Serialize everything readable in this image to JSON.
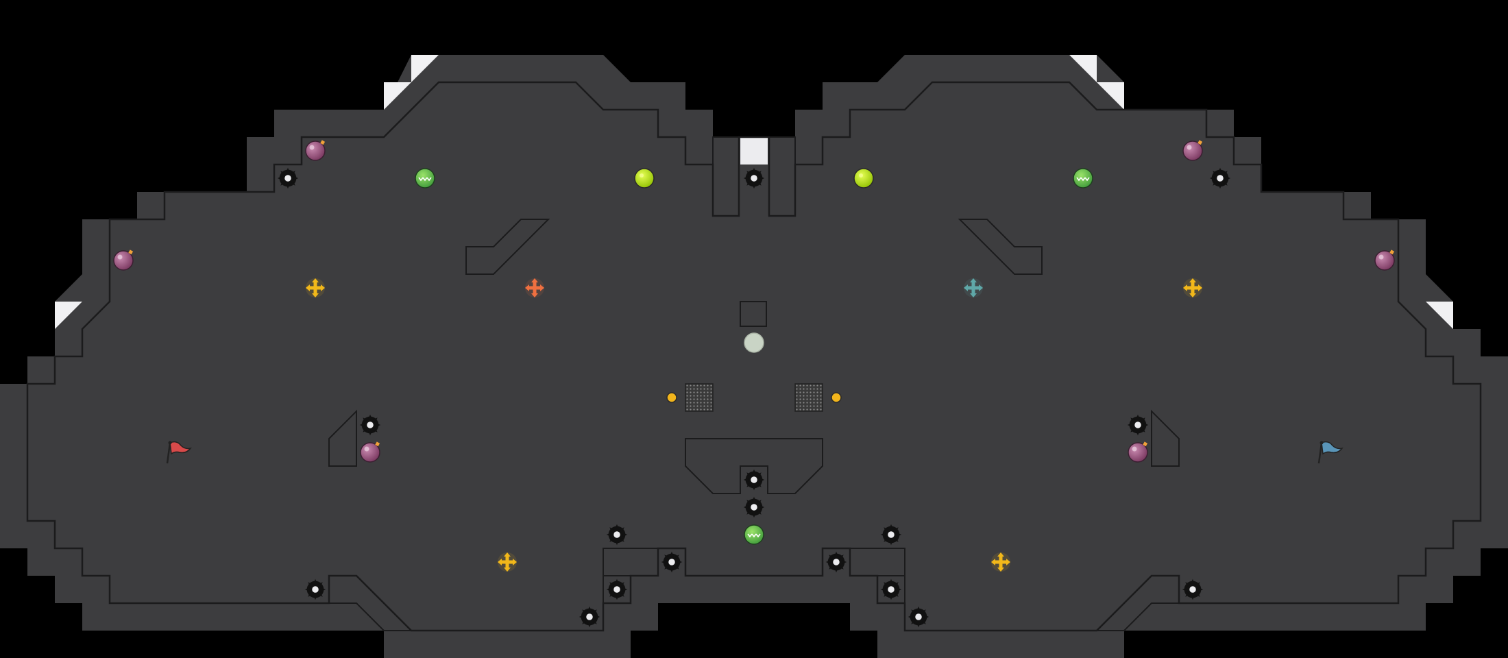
{
  "map": {
    "title": "",
    "colors": {
      "background": "#000000",
      "wall": "#3d3d3f",
      "wall_light": "#59595c",
      "floor": "#ececef",
      "grid": "#d7d7dc",
      "safe_zone": "#e8e8b8",
      "spike": "#111111",
      "bomb": "#9b4e7c",
      "boost": "#7fc742",
      "powerup_tagpro": "#b6e000",
      "gate": "#4a4a4a",
      "red_flag": "#d84a4a",
      "blue_flag": "#5a95b8"
    },
    "teams": {
      "red": {
        "flag": "red-flag",
        "color": "#d84a4a"
      },
      "blue": {
        "flag": "blue-flag",
        "color": "#5a95b8"
      }
    },
    "legend": {
      "spike": "spike-icon",
      "bomb": "bomb-icon",
      "boost": "boost-icon",
      "powerup": "powerup-icon",
      "portal": "portal-icon",
      "portal_center": "portal-center-icon",
      "button": "button-icon",
      "gate": "gate-tile"
    }
  }
}
